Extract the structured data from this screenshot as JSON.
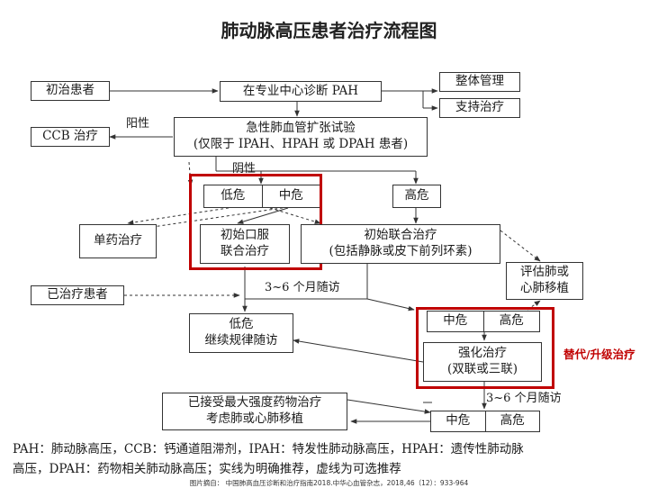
{
  "title": "肺动脉高压患者治疗流程图",
  "nodes": {
    "initial_patient": "初治患者",
    "center_diagnosis": "在专业中心诊断 PAH",
    "overall_management": "整体管理",
    "supportive_therapy": "支持治疗",
    "ccb_therapy": "CCB 治疗",
    "vasoreactivity_line1": "急性肺血管扩张试验",
    "vasoreactivity_line2": "(仅限于 IPAH、HPAH 或 DPAH 患者)",
    "low_risk": "低危",
    "intermediate_risk": "中危",
    "high_risk": "高危",
    "monotherapy": "单药治疗",
    "oral_combo_line1": "初始口服",
    "oral_combo_line2": "联合治疗",
    "initial_combo_line1": "初始联合治疗",
    "initial_combo_line2": "(包括静脉或皮下前列环素)",
    "evaluate_tx_line1": "评估肺或",
    "evaluate_tx_line2": "心肺移植",
    "treated_patient": "已治疗患者",
    "low_risk_followup_line1": "低危",
    "low_risk_followup_line2": "继续规律随访",
    "mid_risk_2": "中危",
    "high_risk_2": "高危",
    "intensify_line1": "强化治疗",
    "intensify_line2": "(双联或三联)",
    "max_therapy_line1": "已接受最大强度药物治疗",
    "max_therapy_line2": "考虑肺或心肺移植",
    "mid_risk_3": "中危",
    "high_risk_3": "高危"
  },
  "edge_labels": {
    "positive": "阳性",
    "negative": "阴性",
    "followup_1": "3~6 个月随访",
    "followup_2": "3~6 个月随访"
  },
  "annotation": "替代/升级治疗",
  "legend_line1": "PAH：肺动脉高压，CCB：钙通道阻滞剂，IPAH：特发性肺动脉高压，HPAH：遗传性肺动脉",
  "legend_line2": "高压，DPAH：药物相关肺动脉高压；实线为明确推荐，虚线为可选推荐",
  "source": "图片摘自： 中国肺高血压诊断和治疗指南2018.中华心血管杂志，2018,46（12）：933-964",
  "colors": {
    "highlight": "#c00000",
    "line": "#333333"
  }
}
